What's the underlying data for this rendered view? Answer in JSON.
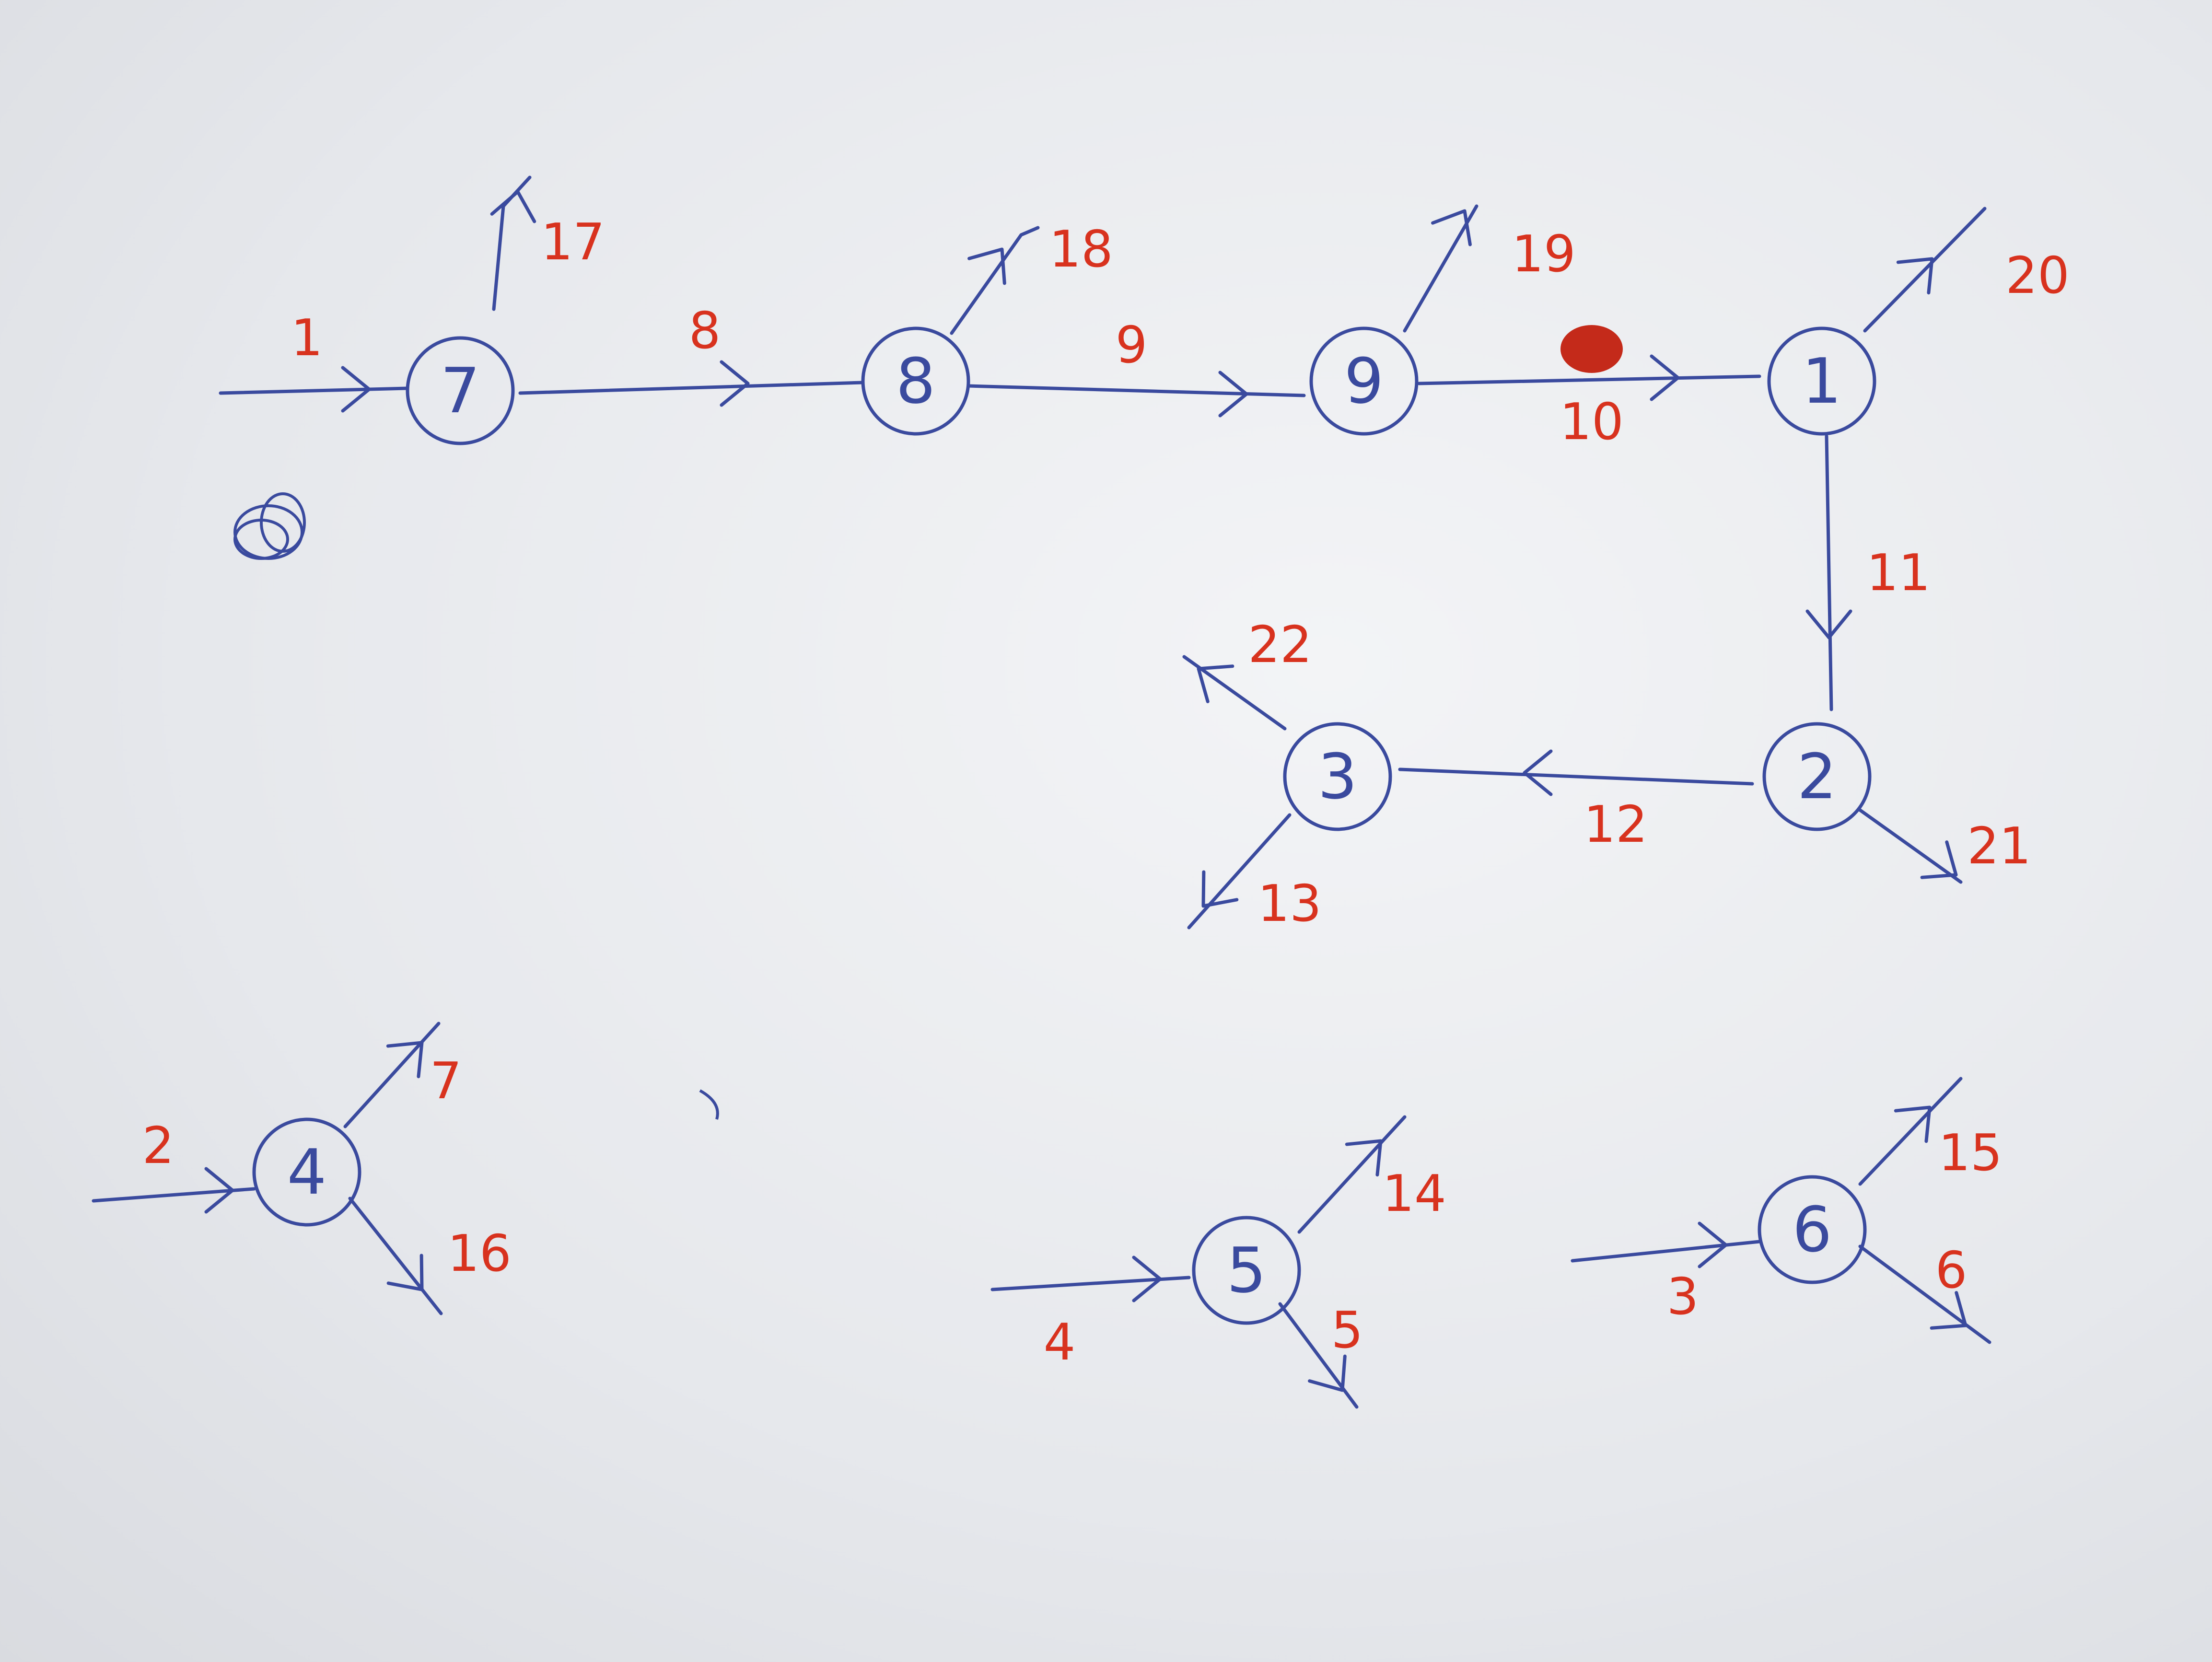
{
  "colors": {
    "ink": "#3a4a9e",
    "label": "#d8321e",
    "paper": "#eceef1"
  },
  "nodes": [
    {
      "id": "7",
      "label": "7"
    },
    {
      "id": "8",
      "label": "8"
    },
    {
      "id": "9",
      "label": "9"
    },
    {
      "id": "1",
      "label": "1"
    },
    {
      "id": "2",
      "label": "2"
    },
    {
      "id": "3",
      "label": "3"
    },
    {
      "id": "4",
      "label": "4"
    },
    {
      "id": "5",
      "label": "5"
    },
    {
      "id": "6",
      "label": "6"
    }
  ],
  "edges": [
    {
      "label": "1",
      "from": null,
      "to": "7"
    },
    {
      "label": "17",
      "from": "7",
      "to": null
    },
    {
      "label": "8",
      "from": "7",
      "to": "8"
    },
    {
      "label": "18",
      "from": "8",
      "to": null
    },
    {
      "label": "9",
      "from": "8",
      "to": "9"
    },
    {
      "label": "19",
      "from": "9",
      "to": null
    },
    {
      "label": "10",
      "from": "9",
      "to": "1"
    },
    {
      "label": "20",
      "from": "1",
      "to": null
    },
    {
      "label": "11",
      "from": "1",
      "to": "2"
    },
    {
      "label": "12",
      "from": "2",
      "to": "3"
    },
    {
      "label": "21",
      "from": "2",
      "to": null
    },
    {
      "label": "22",
      "from": "3",
      "to": null
    },
    {
      "label": "13",
      "from": "3",
      "to": null
    },
    {
      "label": "2",
      "from": null,
      "to": "4"
    },
    {
      "label": "7",
      "from": "4",
      "to": null
    },
    {
      "label": "16",
      "from": "4",
      "to": null
    },
    {
      "label": "4",
      "from": null,
      "to": "5"
    },
    {
      "label": "14",
      "from": "5",
      "to": null
    },
    {
      "label": "5",
      "from": "5",
      "to": null
    },
    {
      "label": "3",
      "from": null,
      "to": "6"
    },
    {
      "label": "15",
      "from": "6",
      "to": null
    },
    {
      "label": "6",
      "from": "6",
      "to": null
    }
  ]
}
